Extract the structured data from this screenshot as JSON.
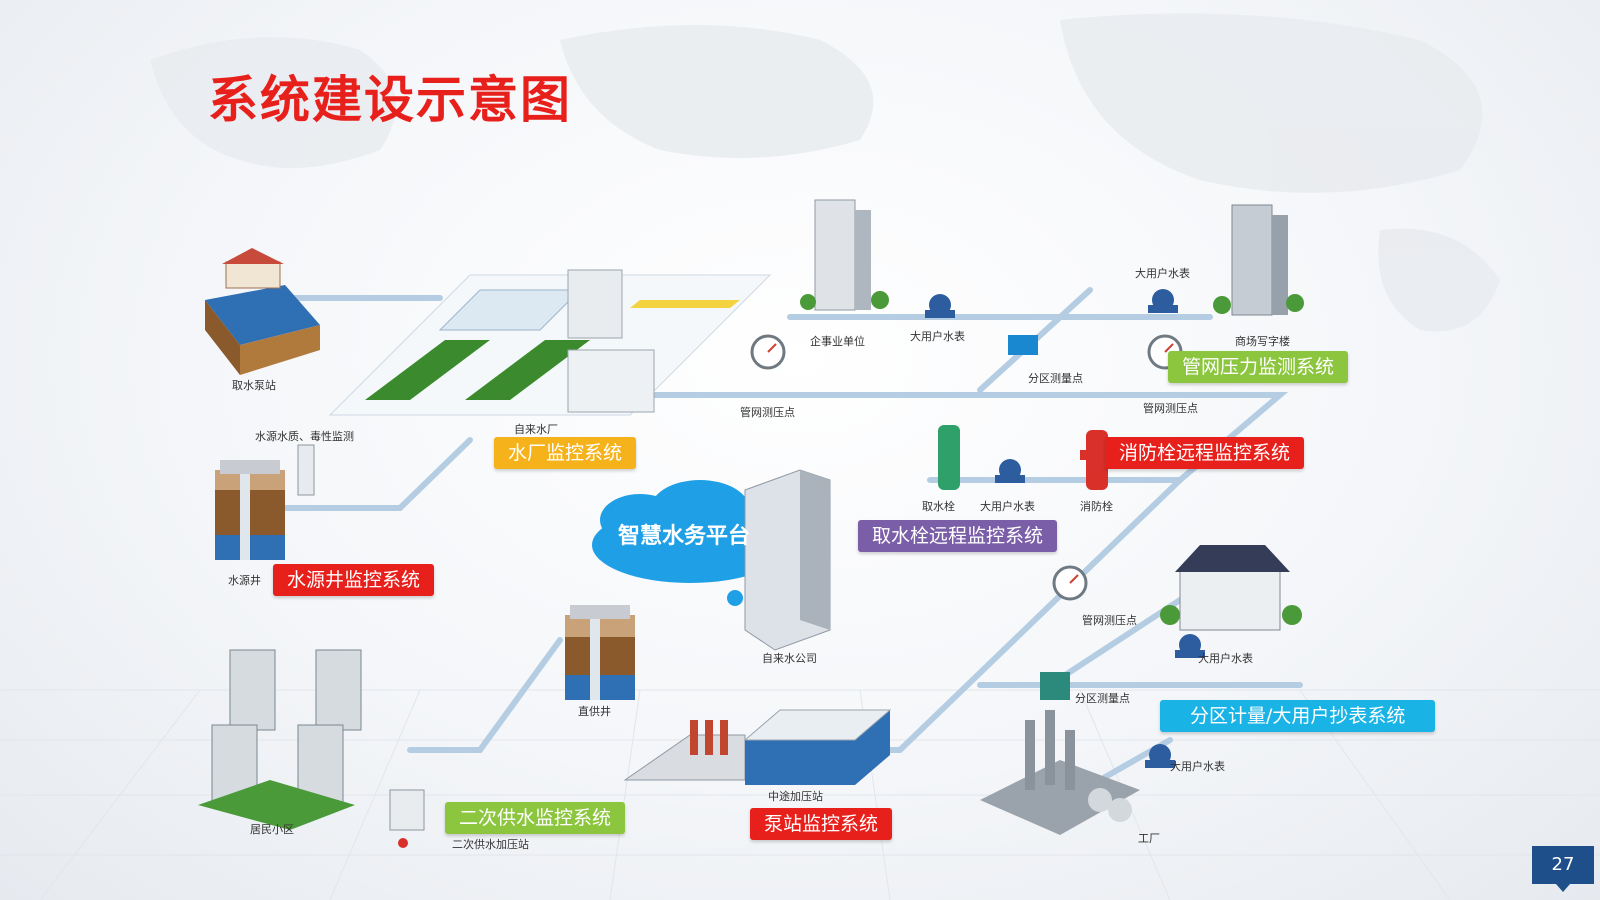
{
  "title": "系统建设示意图",
  "page_number": "27",
  "platform": "智慧水务平台",
  "colors": {
    "title_red": "#e8201c",
    "orange": "#f5b21a",
    "red": "#e8201c",
    "green": "#8cc63f",
    "purple": "#7b5ea8",
    "cyan": "#1ab3e6",
    "navy": "#1f4f8a",
    "pipe": "#a9c4de"
  },
  "systems": {
    "water_plant": "水厂监控系统",
    "source_well": "水源井监控系统",
    "pipe_pressure": "管网压力监测系统",
    "hydrant": "消防栓远程监控系统",
    "intake_hydrant": "取水栓远程监控系统",
    "district_metering": "分区计量/大用户抄表系统",
    "secondary_supply": "二次供水监控系统",
    "pump_station": "泵站监控系统"
  },
  "labels": {
    "intake_pump": "取水泵站",
    "source_quality": "水源水质、毒性监测",
    "water_plant": "自来水厂",
    "source_well": "水源井",
    "enterprise": "企事业单位",
    "big_meter_1": "大用户水表",
    "district_point_1": "分区测量点",
    "big_meter_2": "大用户水表",
    "mall": "商场写字楼",
    "pressure_point_1": "管网测压点",
    "pressure_point_2": "管网测压点",
    "intake_hydrant": "取水栓",
    "big_meter_3": "大用户水表",
    "hydrant": "消防栓",
    "pressure_point_3": "管网测压点",
    "water_company": "自来水公司",
    "big_meter_4": "大用户水表",
    "district_point_2": "分区测量点",
    "direct_well": "直供井",
    "big_meter_5": "大用户水表",
    "factory": "工厂",
    "residential": "居民小区",
    "secondary_station": "二次供水加压站",
    "booster_station": "中途加压站"
  }
}
